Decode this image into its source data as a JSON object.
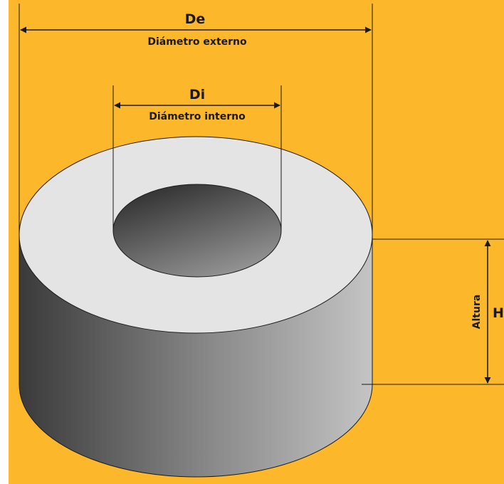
{
  "labels": {
    "outer_symbol": "De",
    "outer_name": "Diámetro externo",
    "inner_symbol": "Di",
    "inner_name": "Diámetro interno",
    "height_name": "Altura",
    "height_symbol": "H"
  },
  "colors": {
    "background": "#FDB72B",
    "top_face": "#E4E4E4",
    "side_dark": "#3a3a3a",
    "side_light": "#c4c4c4",
    "hole_dark": "#2e2e2e",
    "hole_light": "#9a9a9a",
    "lines": "#1a1a1a"
  }
}
